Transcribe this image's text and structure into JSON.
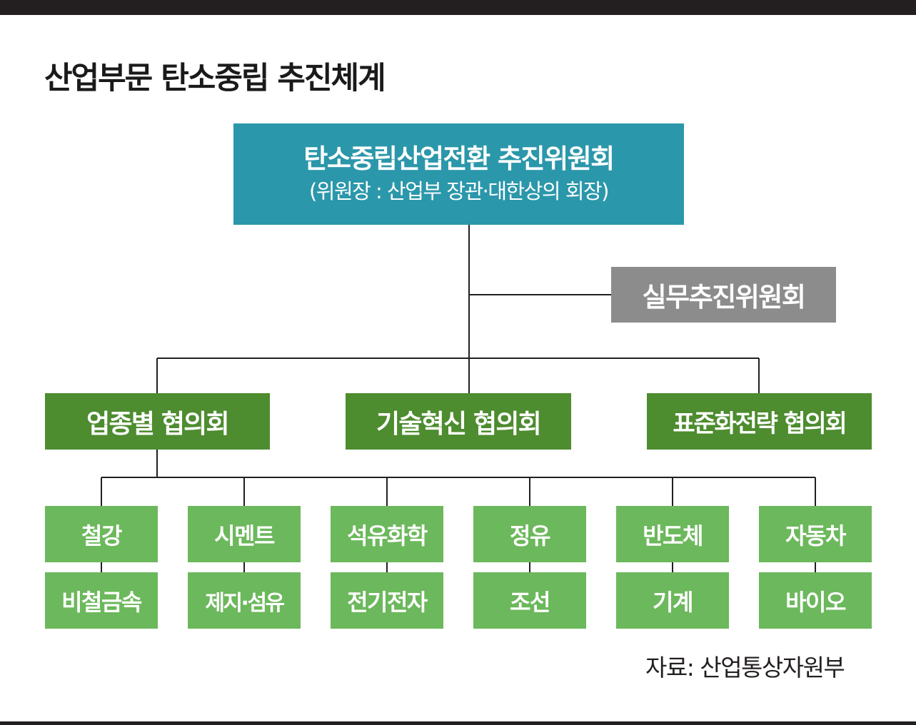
{
  "title": "산업부문 탄소중립 추진체계",
  "top_committee": {
    "name": "탄소중립산업전환 추진위원회",
    "chair": "(위원장 : 산업부 장관·대한상의 회장)"
  },
  "working_committee": "실무추진위원회",
  "councils": [
    "업종별 협의회",
    "기술혁신 협의회",
    "표준화전략 협의회"
  ],
  "sectors": [
    {
      "top": "철강",
      "bottom": "비철금속"
    },
    {
      "top": "시멘트",
      "bottom": "제지·섬유"
    },
    {
      "top": "석유화학",
      "bottom": "전기전자"
    },
    {
      "top": "정유",
      "bottom": "조선"
    },
    {
      "top": "반도체",
      "bottom": "기계"
    },
    {
      "top": "자동차",
      "bottom": "바이오"
    }
  ],
  "source": "자료: 산업통상자원부",
  "colors": {
    "top_committee": "#2b97aa",
    "working_committee": "#8c8c8c",
    "council": "#4d8c2f",
    "sector": "#6cb85c",
    "lines": "#231f20"
  }
}
